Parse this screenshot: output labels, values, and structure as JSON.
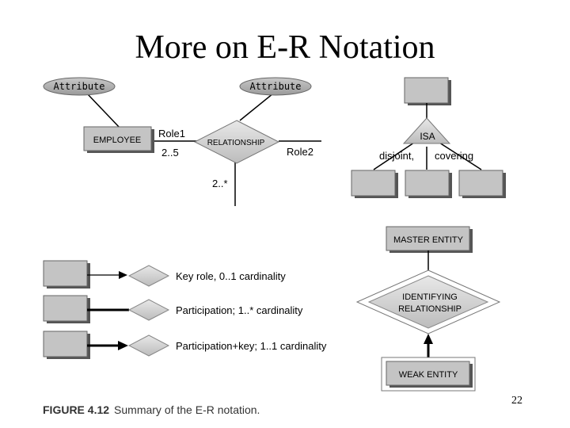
{
  "slide": {
    "title": "More on E-R Notation",
    "page_number": "22"
  },
  "figure": {
    "caption_label": "FIGURE 4.12",
    "caption_text": "Summary of the E-R notation."
  },
  "relationship_diagram": {
    "attribute_left": "Attribute",
    "attribute_right": "Attribute",
    "entity": "EMPLOYEE",
    "relationship": "RELATIONSHIP",
    "role1": "Role1",
    "role1_cardinality": "2..5",
    "role2": "Role2",
    "bottom_cardinality": "2..*"
  },
  "isa_diagram": {
    "isa_label": "ISA",
    "left_label": "disjoint,",
    "right_label": "covering"
  },
  "legend": [
    {
      "label": "Key role, 0..1 cardinality"
    },
    {
      "label": "Participation; 1..* cardinality"
    },
    {
      "label": "Participation+key; 1..1 cardinality"
    }
  ],
  "weak_entity_diagram": {
    "master": "MASTER ENTITY",
    "identifying_line1": "IDENTIFYING",
    "identifying_line2": "RELATIONSHIP",
    "weak": "WEAK ENTITY"
  }
}
